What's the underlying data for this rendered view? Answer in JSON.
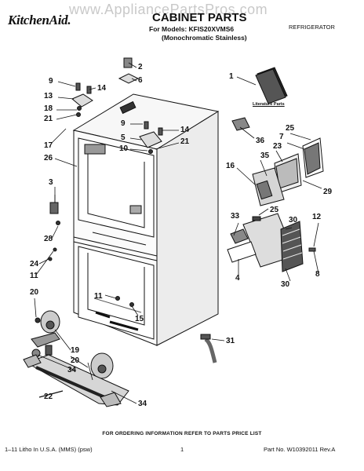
{
  "watermark": "www.AppliancePartsPros.com",
  "header": {
    "brand": "KitchenAid.",
    "title": "CABINET PARTS",
    "models_line": "For Models: KFIS20XVMS6",
    "color_line": "(Monochromatic Stainless)",
    "category": "REFRIGERATOR"
  },
  "literature_label": "Literature Parts",
  "callouts": {
    "c2": "2",
    "c6": "6",
    "c9a": "9",
    "c14a": "14",
    "c13": "13",
    "c18": "18",
    "c21a": "21",
    "c17": "17",
    "c26": "26",
    "c9b": "9",
    "c14b": "14",
    "c5": "5",
    "c10": "10",
    "c21b": "21",
    "c1": "1",
    "c25a": "25",
    "c7": "7",
    "c36": "36",
    "c23": "23",
    "c35": "35",
    "c16": "16",
    "c29": "29",
    "c3": "3",
    "c25b": "25",
    "c33": "33",
    "c30a": "30",
    "c12": "12",
    "c28": "28",
    "c24": "24",
    "c11a": "11",
    "c4": "4",
    "c8": "8",
    "c30b": "30",
    "c20a": "20",
    "c11b": "11",
    "c15": "15",
    "c19": "19",
    "c20b": "20",
    "c34a": "34",
    "c31": "31",
    "c22": "22",
    "c34b": "34"
  },
  "order_info": "FOR ORDERING INFORMATION REFER TO PARTS PRICE LIST",
  "footer": {
    "left": "1–11 Litho In U.S.A. (MMS) (psw)",
    "page": "1",
    "part_no": "Part No. W10392011 Rev.A"
  }
}
